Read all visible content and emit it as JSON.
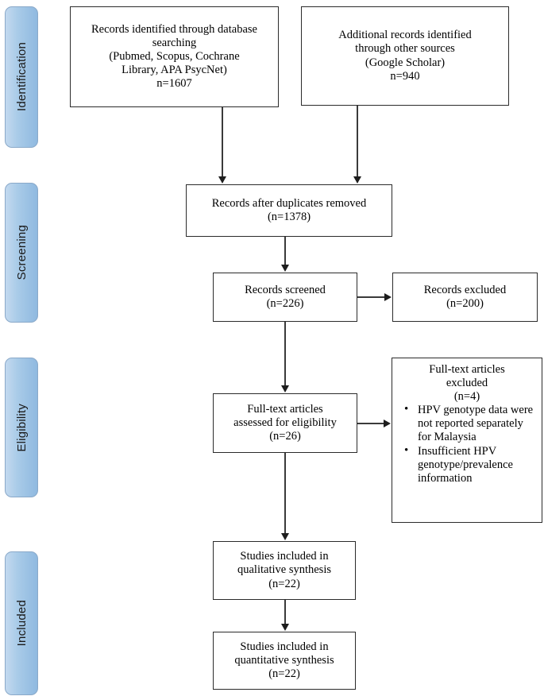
{
  "diagram": {
    "type": "prisma-flow-diagram",
    "stages": [
      {
        "id": "identification",
        "label": "Identification"
      },
      {
        "id": "screening",
        "label": "Screening"
      },
      {
        "id": "eligibility",
        "label": "Eligibility"
      },
      {
        "id": "included",
        "label": "Included"
      }
    ],
    "boxes": {
      "database_search": {
        "text": "Records identified through database\nsearching\n(Pubmed, Scopus, Cochrane\nLibrary, APA PsycNet)\nn=1607",
        "count": 1607
      },
      "other_sources": {
        "text": "Additional records identified\nthrough other sources\n(Google Scholar)\nn=940",
        "count": 940
      },
      "duplicates_removed": {
        "text": "Records after duplicates removed\n(n=1378)",
        "count": 1378
      },
      "records_screened": {
        "text": "Records screened\n(n=226)",
        "count": 226
      },
      "records_excluded": {
        "text": "Records excluded\n(n=200)",
        "count": 200
      },
      "fulltext_assessed": {
        "text": "Full-text articles\nassessed for eligibility\n(n=26)",
        "count": 26
      },
      "fulltext_excluded": {
        "heading": "Full-text articles\nexcluded\n(n=4)",
        "count": 4,
        "reasons": [
          "HPV genotype data were not reported separately for Malaysia",
          "Insufficient HPV genotype/prevalence information"
        ]
      },
      "qualitative_synthesis": {
        "text": "Studies included in\nqualitative synthesis\n(n=22)",
        "count": 22
      },
      "quantitative_synthesis": {
        "text": "Studies included in\nquantitative synthesis\n(n=22)",
        "count": 22
      }
    },
    "colors": {
      "pill_gradient_start": "#c3d9ef",
      "pill_gradient_end": "#8fb9e0",
      "pill_border": "#8aa9c9",
      "box_border": "#2b2b2b",
      "connector": "#3a3a3a",
      "background": "#ffffff",
      "text": "#000000"
    }
  }
}
